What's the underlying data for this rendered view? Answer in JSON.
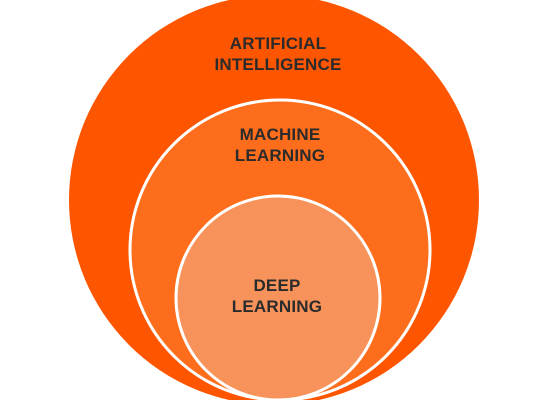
{
  "diagram": {
    "colors": {
      "outer": "#fe5500",
      "middle": "#fe6d1b",
      "inner": "#f7935a",
      "ring": "#ffffff",
      "text": "#2b2b2b"
    },
    "circles": [
      {
        "id": "artificial-intelligence",
        "lines": [
          "ARTIFICIAL",
          "INTELLIGENCE"
        ]
      },
      {
        "id": "machine-learning",
        "lines": [
          "MACHINE",
          "LEARNING"
        ]
      },
      {
        "id": "deep-learning",
        "lines": [
          "DEEP",
          "LEARNING"
        ]
      }
    ]
  }
}
